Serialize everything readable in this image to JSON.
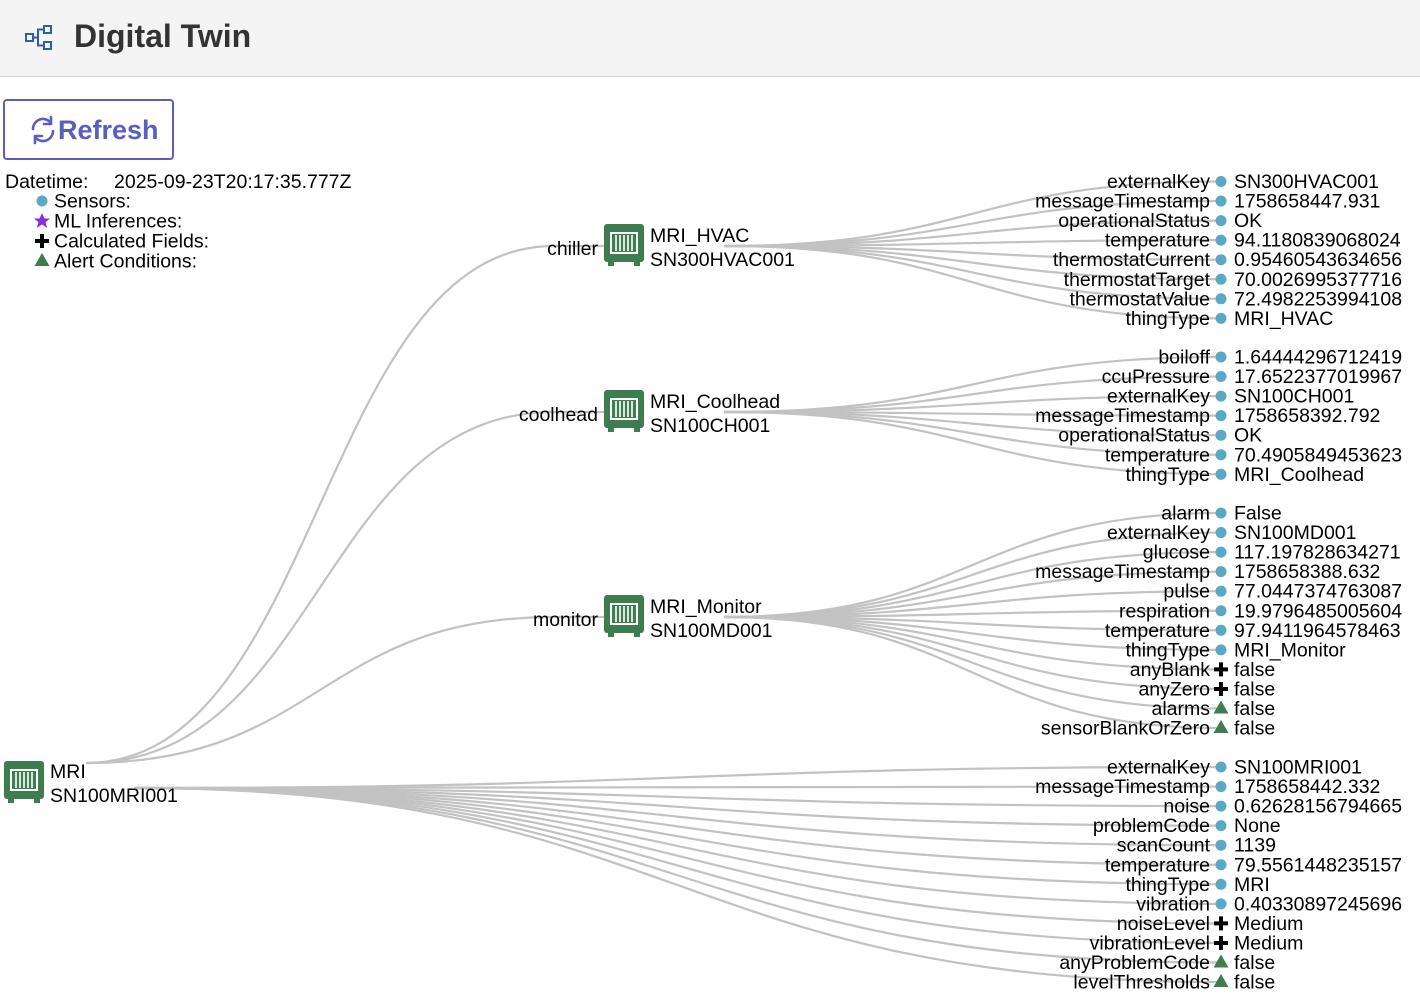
{
  "header": {
    "title": "Digital Twin",
    "icon": "tree-structure-icon"
  },
  "toolbar": {
    "refresh_label": "Refresh",
    "refresh_icon": "refresh-icon"
  },
  "legend": {
    "datetime_label": "Datetime:",
    "datetime_value": "2025-09-23T20:17:35.777Z",
    "items": [
      {
        "label": "Sensors:",
        "icon": "circle-icon"
      },
      {
        "label": "ML Inferences:",
        "icon": "star-icon"
      },
      {
        "label": "Calculated Fields:",
        "icon": "cross-icon"
      },
      {
        "label": "Alert Conditions:",
        "icon": "triangle-icon"
      }
    ]
  },
  "colors": {
    "accent": "#5a5fbf",
    "node": "#3e7d4f",
    "sensor": "#5aa9c4",
    "inference": "#8a2be2",
    "alert": "#3e7d4f",
    "link": "#c2c2c2"
  },
  "tree": {
    "root": {
      "name": "MRI",
      "key": "SN100MRI001"
    },
    "children": [
      {
        "rel": "chiller",
        "name": "MRI_HVAC",
        "key": "SN300HVAC001",
        "props": [
          {
            "k": "externalKey",
            "t": "sensor",
            "v": "SN300HVAC001"
          },
          {
            "k": "messageTimestamp",
            "t": "sensor",
            "v": "1758658447.931"
          },
          {
            "k": "operationalStatus",
            "t": "sensor",
            "v": "OK"
          },
          {
            "k": "temperature",
            "t": "sensor",
            "v": "94.1180839068024"
          },
          {
            "k": "thermostatCurrent",
            "t": "sensor",
            "v": "0.954605436346565"
          },
          {
            "k": "thermostatTarget",
            "t": "sensor",
            "v": "70.0026995377716"
          },
          {
            "k": "thermostatValue",
            "t": "sensor",
            "v": "72.4982253994108"
          },
          {
            "k": "thingType",
            "t": "sensor",
            "v": "MRI_HVAC"
          }
        ]
      },
      {
        "rel": "coolhead",
        "name": "MRI_Coolhead",
        "key": "SN100CH001",
        "props": [
          {
            "k": "boiloff",
            "t": "sensor",
            "v": "1.64444296712419"
          },
          {
            "k": "ccuPressure",
            "t": "sensor",
            "v": "17.6522377019967"
          },
          {
            "k": "externalKey",
            "t": "sensor",
            "v": "SN100CH001"
          },
          {
            "k": "messageTimestamp",
            "t": "sensor",
            "v": "1758658392.792"
          },
          {
            "k": "operationalStatus",
            "t": "sensor",
            "v": "OK"
          },
          {
            "k": "temperature",
            "t": "sensor",
            "v": "70.4905849453623"
          },
          {
            "k": "thingType",
            "t": "sensor",
            "v": "MRI_Coolhead"
          }
        ]
      },
      {
        "rel": "monitor",
        "name": "MRI_Monitor",
        "key": "SN100MD001",
        "props": [
          {
            "k": "alarm",
            "t": "sensor",
            "v": "False"
          },
          {
            "k": "externalKey",
            "t": "sensor",
            "v": "SN100MD001"
          },
          {
            "k": "glucose",
            "t": "sensor",
            "v": "117.197828634271"
          },
          {
            "k": "messageTimestamp",
            "t": "sensor",
            "v": "1758658388.632"
          },
          {
            "k": "pulse",
            "t": "sensor",
            "v": "77.0447374763087"
          },
          {
            "k": "respiration",
            "t": "sensor",
            "v": "19.9796485005604"
          },
          {
            "k": "temperature",
            "t": "sensor",
            "v": "97.9411964578463"
          },
          {
            "k": "thingType",
            "t": "sensor",
            "v": "MRI_Monitor"
          },
          {
            "k": "anyBlank",
            "t": "calc",
            "v": "false"
          },
          {
            "k": "anyZero",
            "t": "calc",
            "v": "false"
          },
          {
            "k": "alarms",
            "t": "alert",
            "v": "false"
          },
          {
            "k": "sensorBlankOrZero",
            "t": "alert",
            "v": "false"
          }
        ]
      }
    ],
    "root_props": [
      {
        "k": "externalKey",
        "t": "sensor",
        "v": "SN100MRI001"
      },
      {
        "k": "messageTimestamp",
        "t": "sensor",
        "v": "1758658442.332"
      },
      {
        "k": "noise",
        "t": "sensor",
        "v": "0.626281567946655"
      },
      {
        "k": "problemCode",
        "t": "sensor",
        "v": "None"
      },
      {
        "k": "scanCount",
        "t": "sensor",
        "v": "1139"
      },
      {
        "k": "temperature",
        "t": "sensor",
        "v": "79.5561448235157"
      },
      {
        "k": "thingType",
        "t": "sensor",
        "v": "MRI"
      },
      {
        "k": "vibration",
        "t": "sensor",
        "v": "0.403308972456966"
      },
      {
        "k": "noiseLevel",
        "t": "calc",
        "v": "Medium"
      },
      {
        "k": "vibrationLevel",
        "t": "calc",
        "v": "Medium"
      },
      {
        "k": "anyProblemCode",
        "t": "alert",
        "v": "false"
      },
      {
        "k": "levelThresholds",
        "t": "alert",
        "v": "false"
      }
    ]
  }
}
